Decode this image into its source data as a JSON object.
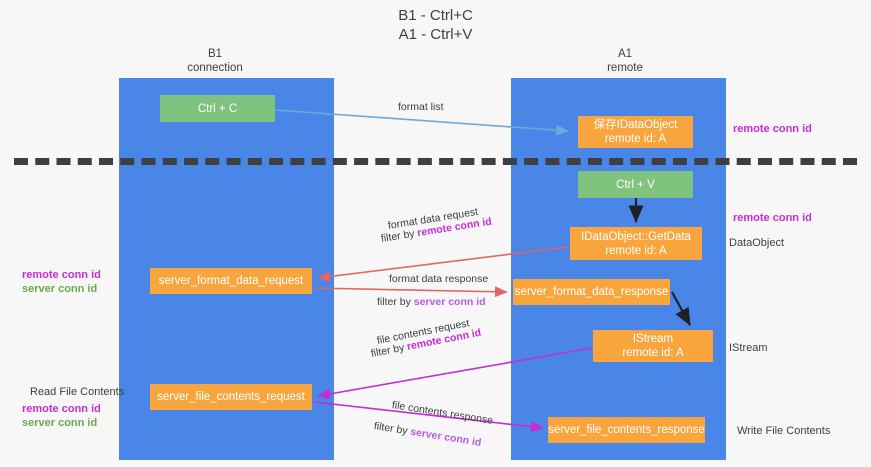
{
  "title": {
    "line1": "B1 - Ctrl+C",
    "line2": "A1 - Ctrl+V"
  },
  "columns": {
    "left": {
      "name": "B1",
      "role": "connection"
    },
    "right": {
      "name": "A1",
      "role": "remote"
    }
  },
  "nodes": {
    "ctrl_c": {
      "label": "Ctrl + C",
      "color": "#7fc37f"
    },
    "save_dataobject": {
      "line1": "保存IDataObject",
      "line2": "remote id: A",
      "color": "#f9a53e"
    },
    "ctrl_v": {
      "label": "Ctrl + V",
      "color": "#7fc37f"
    },
    "getdata": {
      "line1": "IDataObject::GetData",
      "line2": "remote id: A",
      "color": "#f9a53e"
    },
    "server_format_data_request": {
      "label": "server_format_data_request",
      "color": "#f9a53e"
    },
    "server_format_data_response": {
      "label": "server_format_data_response",
      "color": "#f9a53e"
    },
    "istream": {
      "line1": "IStream",
      "line2": "remote id: A",
      "color": "#f9a53e"
    },
    "server_file_contents_request": {
      "label": "server_file_contents_request",
      "color": "#f9a53e"
    },
    "server_file_contents_response": {
      "label": "server_file_contents_response",
      "color": "#f9a53e"
    }
  },
  "edges": {
    "format_list": {
      "label": "format list",
      "color": "#6fa8dc"
    },
    "format_data_request": {
      "label": "format data request",
      "filter_prefix": "filter by ",
      "filter_key": "remote conn id",
      "color": "#e06666"
    },
    "format_data_response": {
      "label": "format data response",
      "filter_prefix": "filter by ",
      "filter_key": "server conn id",
      "color": "#e06666"
    },
    "file_contents_request": {
      "label": "file contents request",
      "filter_prefix": "filter by ",
      "filter_key": "remote conn id",
      "color": "#c72bd6"
    },
    "file_contents_response": {
      "label": "file contents response",
      "filter_prefix": "filter by ",
      "filter_key": "server conn id",
      "color": "#c72bd6"
    }
  },
  "annotations": {
    "right_remote_conn_id_top": "remote conn id",
    "right_remote_conn_id_mid": "remote conn id",
    "right_dataobject": "DataObject",
    "right_istream": "IStream",
    "right_write_file_contents": "Write File Contents",
    "left_remote_conn_id": "remote conn id",
    "left_server_conn_id": "server conn id",
    "left_read_file_contents": "Read File Contents",
    "left_remote_conn_id_2": "remote conn id",
    "left_server_conn_id_2": "server conn id"
  },
  "colors": {
    "lane": "#4a86e8",
    "green_node": "#7fc37f",
    "orange_node": "#f9a53e",
    "purple_key": "#c72bd6",
    "green_key": "#6aa84f",
    "divider": "#3c4043",
    "background": "#f7f7f7"
  }
}
